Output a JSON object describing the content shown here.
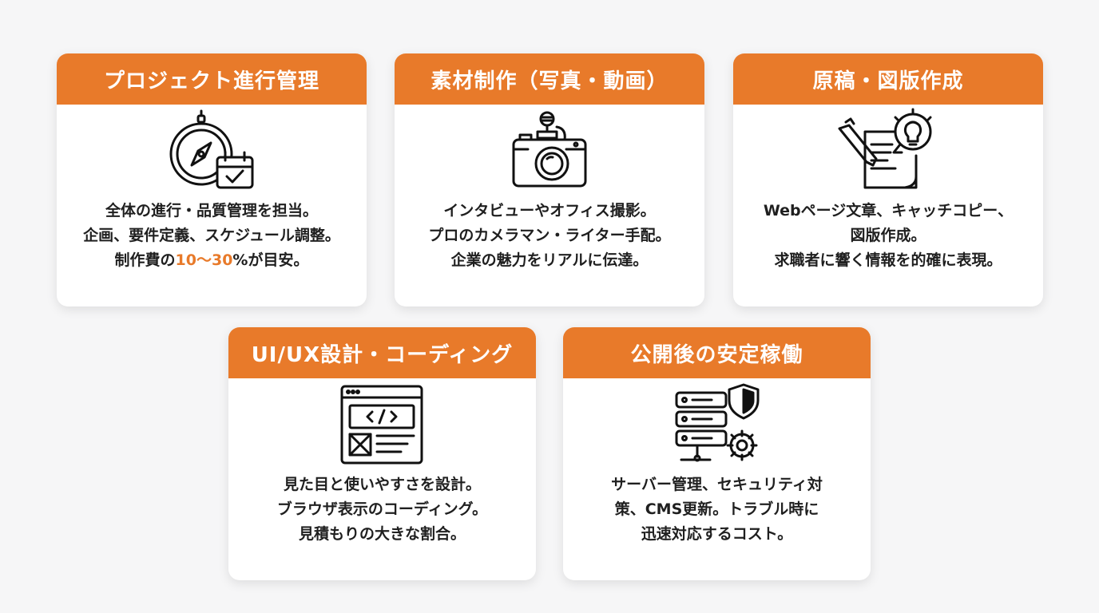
{
  "colors": {
    "accent": "#e87a2a",
    "background": "#f6f6f7",
    "card": "#ffffff",
    "text": "#1f1f1f"
  },
  "cards": [
    {
      "title": "プロジェクト進行管理",
      "icon": "compass-calendar-icon",
      "lines": [
        "全体の進行・品質管理を担当。",
        "企画、要件定義、スケジュール調整。"
      ],
      "line3": {
        "pre": "制作費の",
        "highlight": "10〜30",
        "post": "%が目安。"
      }
    },
    {
      "title": "素材制作（写真・動画）",
      "icon": "camera-microphone-icon",
      "lines": [
        "インタビューやオフィス撮影。",
        "プロのカメラマン・ライター手配。",
        "企業の魅力をリアルに伝達。"
      ]
    },
    {
      "title": "原稿・図版作成",
      "icon": "pen-document-lightbulb-icon",
      "lines": [
        "Webページ文章、キャッチコピー、",
        "図版作成。",
        "求職者に響く情報を的確に表現。"
      ]
    },
    {
      "title": "UI/UX設計・コーディング",
      "icon": "browser-code-icon",
      "lines": [
        "見た目と使いやすさを設計。",
        "ブラウザ表示のコーディング。",
        "見積もりの大きな割合。"
      ]
    },
    {
      "title": "公開後の安定稼働",
      "icon": "server-shield-gear-icon",
      "lines": [
        "サーバー管理、セキュリティ対",
        "策、CMS更新。トラブル時に",
        "迅速対応するコスト。"
      ]
    }
  ]
}
